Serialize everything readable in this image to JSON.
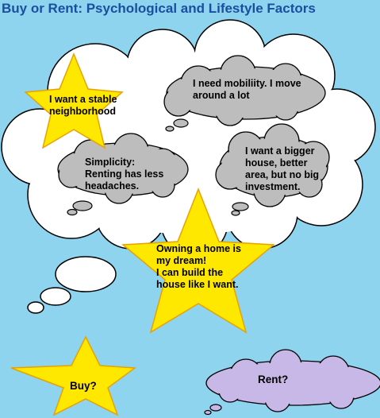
{
  "title": "Buy or Rent: Psychological and Lifestyle Factors",
  "colors": {
    "background": "#8fd4ef",
    "main_cloud": "#ffffff",
    "thought_cloud": "#bdbdbd",
    "star": "#ffe800",
    "star_outline": "#e6a200",
    "rent_cloud": "#c8b8e8",
    "title": "#1a4fa0"
  },
  "factors": {
    "stable_neighborhood": {
      "lines": [
        "I want a stable",
        "neighborhood"
      ]
    },
    "mobility": {
      "lines": [
        "I need mobiliity. I move",
        "around a lot"
      ]
    },
    "simplicity": {
      "lines": [
        "Simplicity:",
        "Renting has less",
        "headaches."
      ]
    },
    "bigger_house": {
      "lines": [
        "I want a bigger",
        "house, better",
        "area, but no big",
        "investment."
      ]
    },
    "dream": {
      "lines": [
        "Owning a home is",
        "my dream!",
        "I can build the",
        "house like I want."
      ]
    }
  },
  "choices": {
    "buy": "Buy?",
    "rent": "Rent?"
  }
}
